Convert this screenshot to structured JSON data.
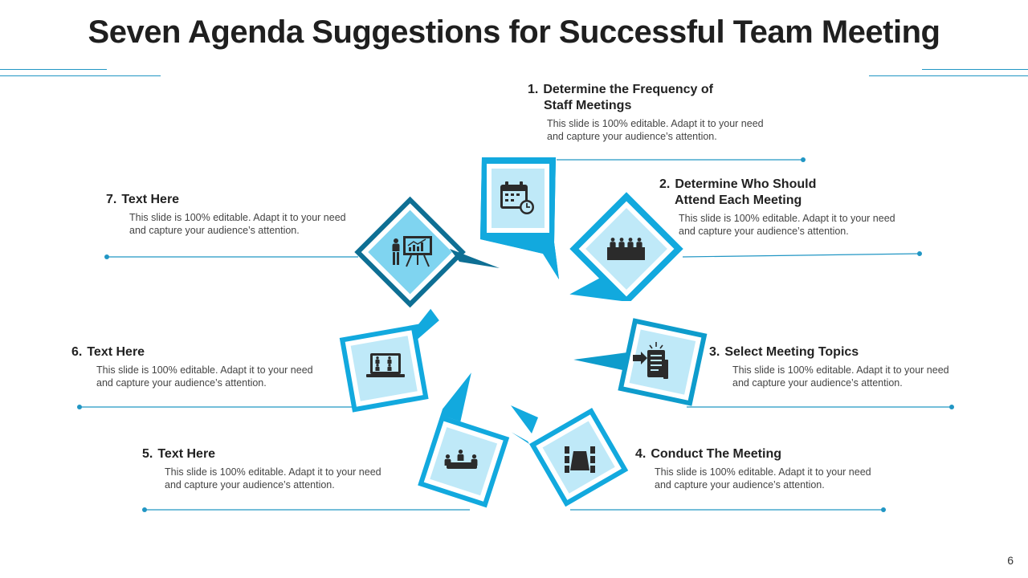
{
  "title": "Seven Agenda Suggestions for Successful Team Meeting",
  "page_number": "6",
  "colors": {
    "accent": "#0f9fd6",
    "accent_dark": "#0e6f94",
    "tile_light": "#bfe9f8",
    "tile_mid": "#7fd4f0"
  },
  "items": [
    {
      "num": "1.",
      "title_line1": "Determine the Frequency of",
      "title_line2": "Staff Meetings",
      "desc_line1": "This slide is 100% editable. Adapt it to your need",
      "desc_line2": "and capture your audience’s attention.",
      "icon": "calendar-clock-icon"
    },
    {
      "num": "2.",
      "title_line1": "Determine Who Should",
      "title_line2": "Attend Each Meeting",
      "desc_line1": "This slide is 100% editable. Adapt it to your need",
      "desc_line2": "and capture your audience’s attention.",
      "icon": "audience-table-icon"
    },
    {
      "num": "3.",
      "title_line1": "Select Meeting Topics",
      "title_line2": "",
      "desc_line1": "This slide is 100% editable. Adapt it to your need",
      "desc_line2": "and capture your audience’s attention.",
      "icon": "document-list-icon"
    },
    {
      "num": "4.",
      "title_line1": "Conduct The Meeting",
      "title_line2": "",
      "desc_line1": "This slide is 100% editable. Adapt it to your need",
      "desc_line2": "and capture your audience’s attention.",
      "icon": "conference-table-icon"
    },
    {
      "num": "5.",
      "title_line1": "Text Here",
      "title_line2": "",
      "desc_line1": "This slide is 100% editable. Adapt it to your need",
      "desc_line2": "and capture your audience’s attention.",
      "icon": "round-table-meeting-icon"
    },
    {
      "num": "6.",
      "title_line1": "Text Here",
      "title_line2": "",
      "desc_line1": "This slide is 100% editable. Adapt it to your need",
      "desc_line2": "and capture your audience’s attention.",
      "icon": "video-call-laptop-icon"
    },
    {
      "num": "7.",
      "title_line1": "Text Here",
      "title_line2": "",
      "desc_line1": "This slide is 100% editable. Adapt it to your need",
      "desc_line2": "and capture your audience’s attention.",
      "icon": "presentation-board-icon"
    }
  ]
}
